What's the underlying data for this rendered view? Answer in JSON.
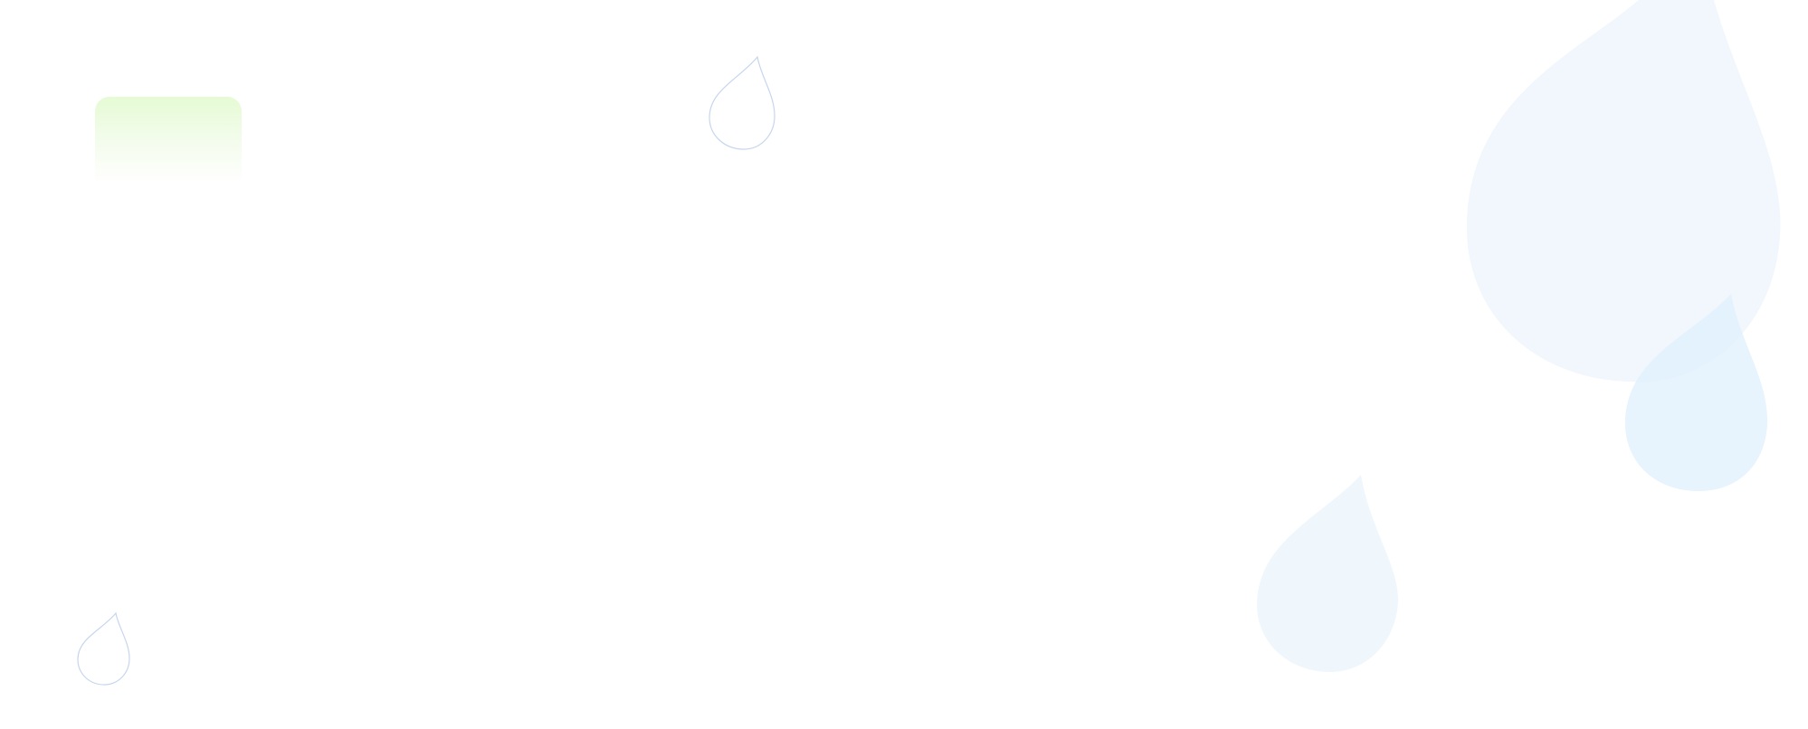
{
  "colors": {
    "background": "#ffffff",
    "tile_gradient_top": "#e5fbd4",
    "drop_fill_light": "#eef6fc",
    "drop_fill_medium": "#e3f1fc",
    "drop_outline": "#c7d6ee"
  },
  "decorations": [
    {
      "kind": "gradient-tile",
      "icon": "rounded-gradient-card"
    },
    {
      "kind": "outlined-drop",
      "icon": "water-drop-outline-icon"
    },
    {
      "kind": "outlined-drop",
      "icon": "water-drop-outline-icon"
    },
    {
      "kind": "filled-drop",
      "icon": "water-drop-icon"
    },
    {
      "kind": "filled-drop",
      "icon": "water-drop-icon"
    },
    {
      "kind": "filled-drop",
      "icon": "water-drop-icon"
    }
  ]
}
